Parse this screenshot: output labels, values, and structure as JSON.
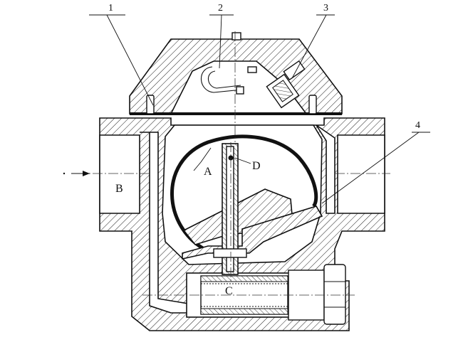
{
  "callouts": [
    {
      "id": "1",
      "text": "1"
    },
    {
      "id": "2",
      "text": "2"
    },
    {
      "id": "3",
      "text": "3"
    },
    {
      "id": "4",
      "text": "4"
    }
  ],
  "letters": {
    "A": "A",
    "B": "B",
    "C": "C",
    "D": "D"
  }
}
